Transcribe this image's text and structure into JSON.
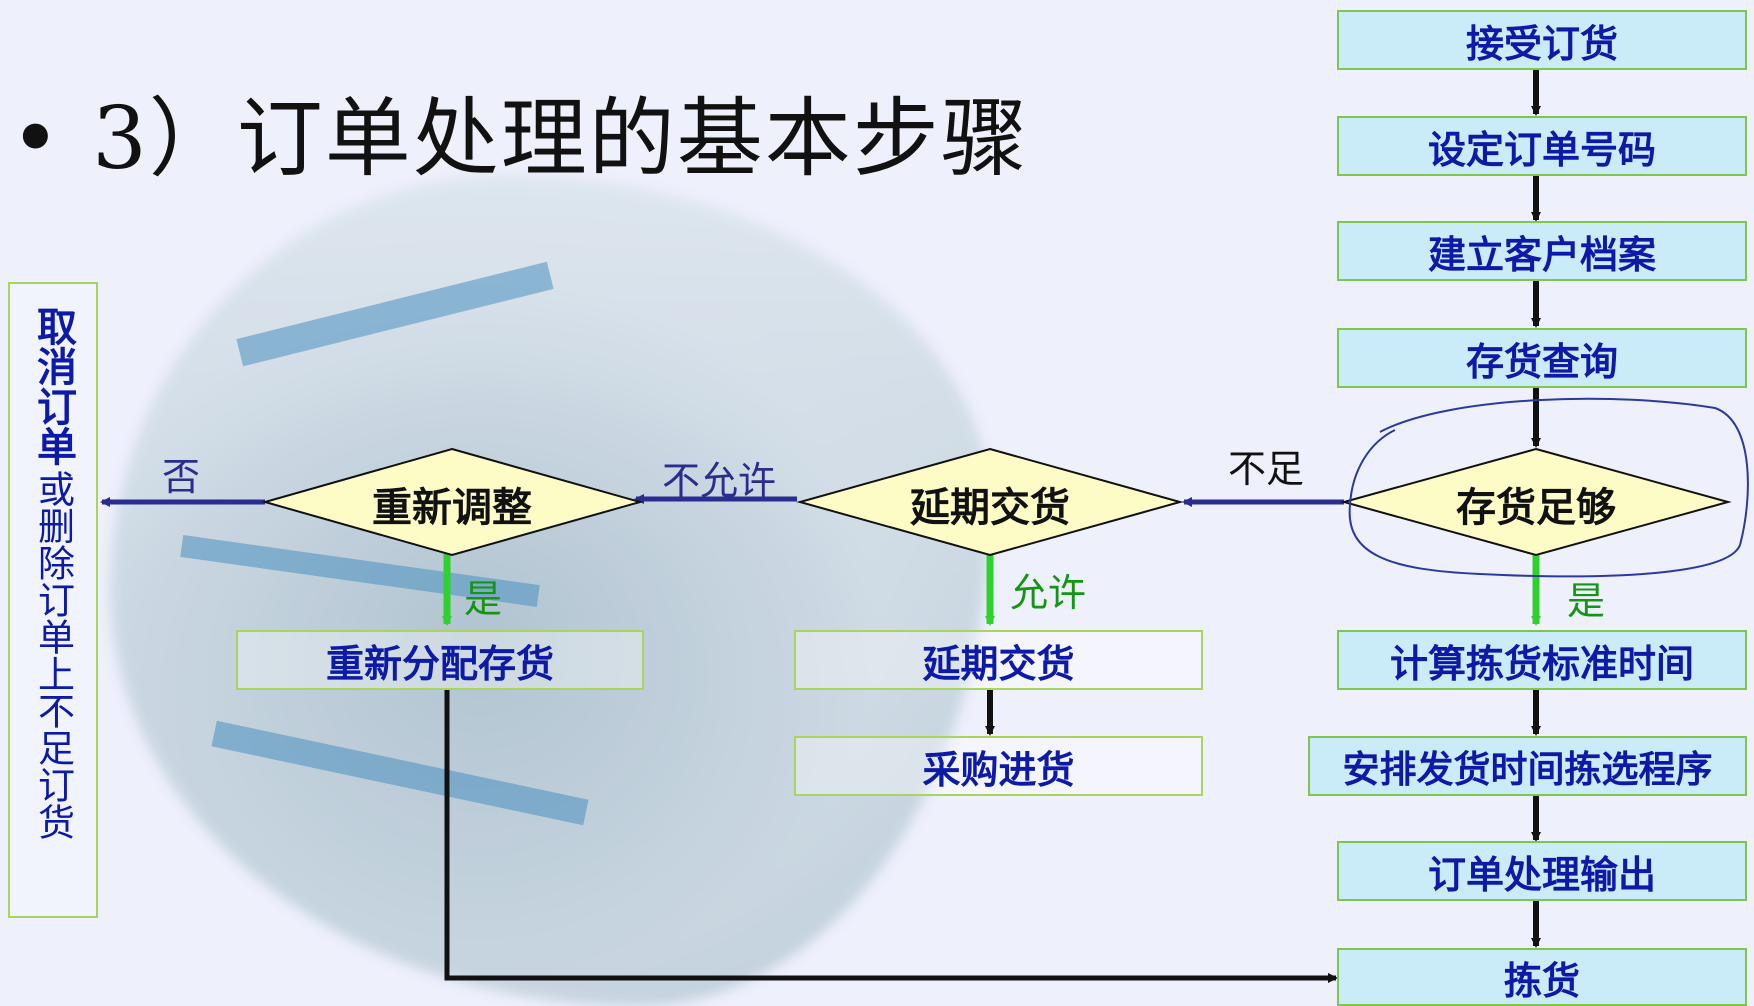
{
  "title": "• 3）订单处理的基本步骤",
  "main_steps": [
    "接受订货",
    "设定订单号码",
    "建立客户档案",
    "存货查询"
  ],
  "decisions": {
    "stock_enough": "存货足够",
    "delay_delivery": "延期交货",
    "readjust": "重新调整"
  },
  "branch_labels": {
    "insufficient": "不足",
    "not_allowed": "不允许",
    "no": "否",
    "yes_stock": "是",
    "allowed": "允许",
    "yes_readjust": "是"
  },
  "right_flow": [
    "计算拣货标准时间",
    "安排发货时间拣选程序",
    "订单处理输出",
    "拣货"
  ],
  "delay_boxes": [
    "延期交货",
    "采购进货"
  ],
  "reallocate_box": "重新分配存货",
  "cancel_box": {
    "bold": "取消订单",
    "normal": "或删除订单上不足订货"
  },
  "colors": {
    "box_fill": "#c9ecf8",
    "box_border": "#7fc64c",
    "text_blue": "#0d1aa8",
    "diamond_fill": "#fdfbc6",
    "arrow_black": "#111111",
    "arrow_green": "#2ed12e",
    "arrow_navy": "#2a2d8f",
    "yes_green": "#149614",
    "annotation": "#2b3a9e"
  }
}
